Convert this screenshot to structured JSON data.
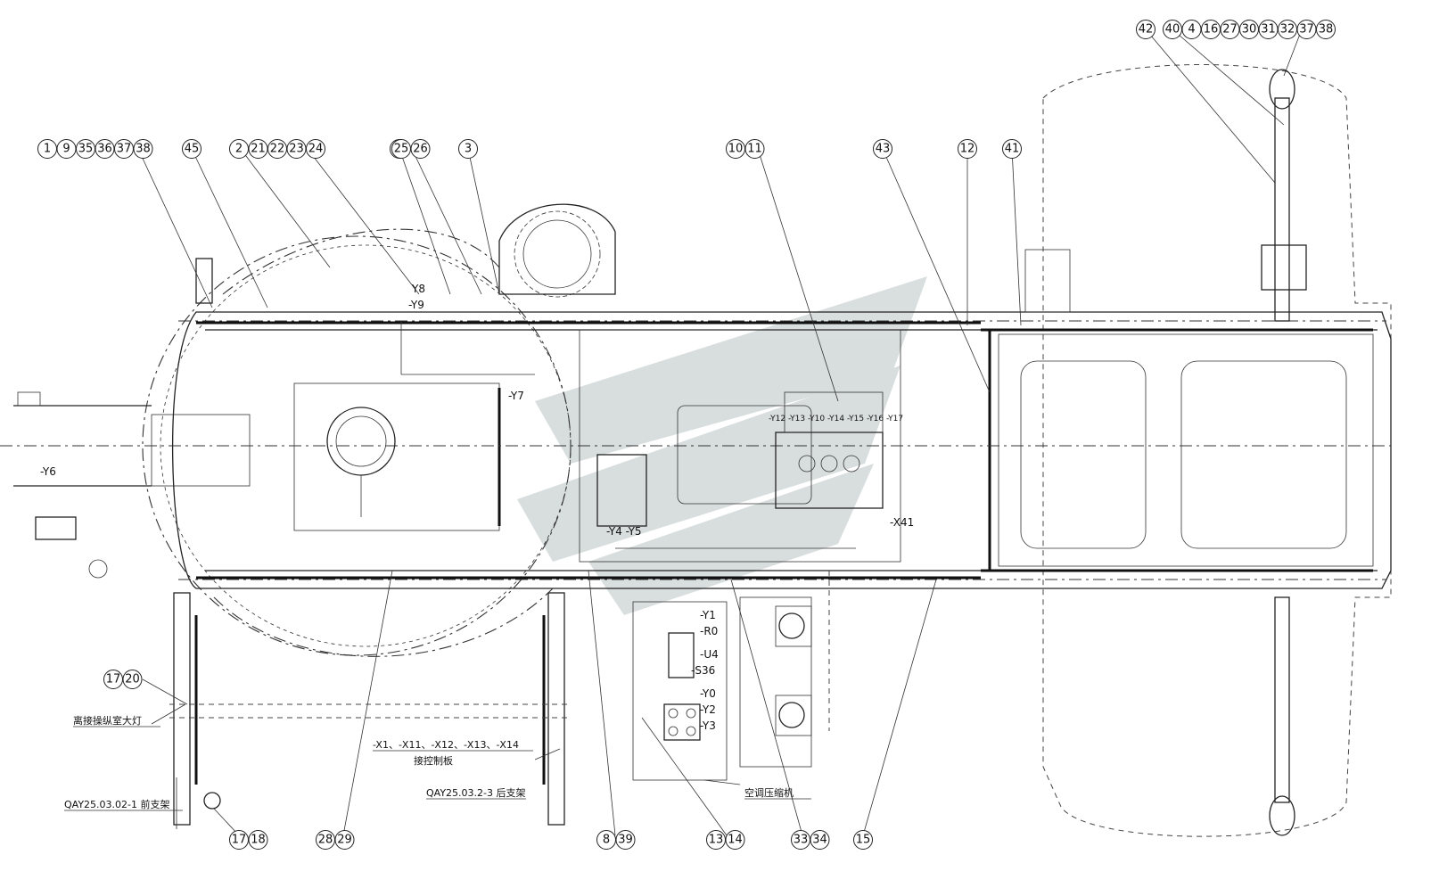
{
  "callout_groups": [
    {
      "labels": [
        "1",
        "9",
        "35",
        "36",
        "37",
        "38"
      ]
    },
    {
      "labels": [
        "45"
      ]
    },
    {
      "labels": [
        "2",
        "21",
        "22",
        "23",
        "24"
      ]
    },
    {
      "labels": [
        "44"
      ]
    },
    {
      "labels": [
        "25",
        "26"
      ]
    },
    {
      "labels": [
        "3"
      ]
    },
    {
      "labels": [
        "10",
        "11"
      ]
    },
    {
      "labels": [
        "43"
      ]
    },
    {
      "labels": [
        "12"
      ]
    },
    {
      "labels": [
        "41"
      ]
    },
    {
      "labels": [
        "42"
      ]
    },
    {
      "labels": [
        "40",
        "4",
        "16",
        "27",
        "30",
        "31",
        "32",
        "37",
        "38"
      ]
    },
    {
      "labels": [
        "17",
        "20"
      ]
    },
    {
      "labels": [
        "17",
        "18"
      ]
    },
    {
      "labels": [
        "28",
        "29"
      ]
    },
    {
      "labels": [
        "8",
        "39"
      ]
    },
    {
      "labels": [
        "13",
        "14"
      ]
    },
    {
      "labels": [
        "33",
        "34"
      ]
    },
    {
      "labels": [
        "15"
      ]
    }
  ],
  "signals": {
    "y6": "-Y6",
    "y8": "Y8",
    "y9": "-Y9",
    "y7": "-Y7",
    "valve_bank": "-Y12 -Y13 -Y10 -Y14 -Y15 -Y16 -Y17",
    "y45": "-Y4 -Y5",
    "x41": "-X41",
    "y1": "-Y1",
    "r0": "-R0",
    "u4": "-U4",
    "s36": "-S36",
    "y0": "-Y0",
    "y2": "-Y2",
    "y3": "-Y3"
  },
  "notes": {
    "cab_light": "离接操纵室大灯",
    "front_support": "QAY25.03.02-1  前支架",
    "connectors": "-X1、-X11、-X12、-X13、-X14",
    "control_board": "接控制板",
    "rear_support": "QAY25.03.2-3  后支架",
    "ac_compressor": "空调压缩机"
  }
}
